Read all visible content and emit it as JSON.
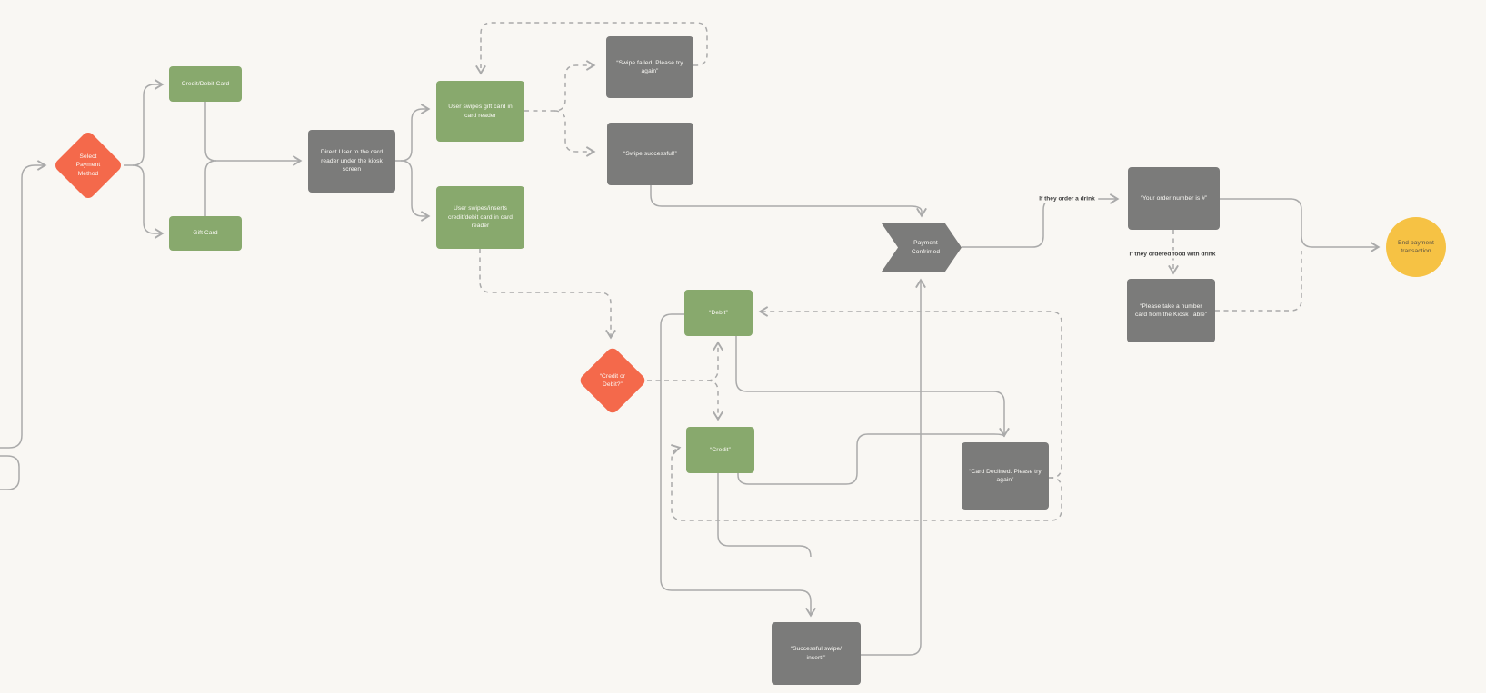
{
  "canvas": {
    "background_color": "#f9f7f3",
    "connector_color": "#aaaaaa"
  },
  "colors": {
    "process_green": "#88a96d",
    "message_gray": "#7b7b7a",
    "decision_orange": "#f4694b",
    "end_yellow": "#f6c244",
    "shape_text": "#fbfaf6",
    "end_text": "#5a5243",
    "label_text": "#3e3e3e"
  },
  "nodes": {
    "select_payment": {
      "label": "Select Payment Method",
      "type": "decision-diamond"
    },
    "credit_debit_card": {
      "label": "Credit/Debit Card",
      "type": "process"
    },
    "gift_card": {
      "label": "Gift Card",
      "type": "process"
    },
    "direct_user": {
      "label": "Direct User to the card reader under the kiosk screen",
      "type": "message"
    },
    "swipe_gift": {
      "label": "User swipes gift card in card reader",
      "type": "process"
    },
    "swipe_credit": {
      "label": "User swipes/inserts credit/debit card in card reader",
      "type": "process"
    },
    "swipe_failed": {
      "label": "“Swipe failed. Please try again”",
      "type": "message"
    },
    "swipe_success": {
      "label": "“Swipe successful!”",
      "type": "message"
    },
    "payment_confirmed": {
      "label": "Payment Confrimed",
      "type": "arrow-chevron"
    },
    "credit_or_debit": {
      "label": "“Credit or Debit?”",
      "type": "decision-diamond"
    },
    "debit": {
      "label": "“Debit”",
      "type": "process"
    },
    "credit": {
      "label": "“Credit”",
      "type": "process"
    },
    "card_declined": {
      "label": "“Card Declined. Please try again”",
      "type": "message"
    },
    "successful_swipe": {
      "label": "“Successful swipe/ insert!”",
      "type": "message"
    },
    "order_number": {
      "label": "“Your order number is #”",
      "type": "message"
    },
    "take_number": {
      "label": "“Please take a number card from the Kiosk Table”",
      "type": "message"
    },
    "end_payment": {
      "label": "End payment transaction",
      "type": "end-circle"
    }
  },
  "edge_labels": {
    "order_drink": "If they order a drink",
    "ordered_food": "If they ordered food with drink"
  }
}
